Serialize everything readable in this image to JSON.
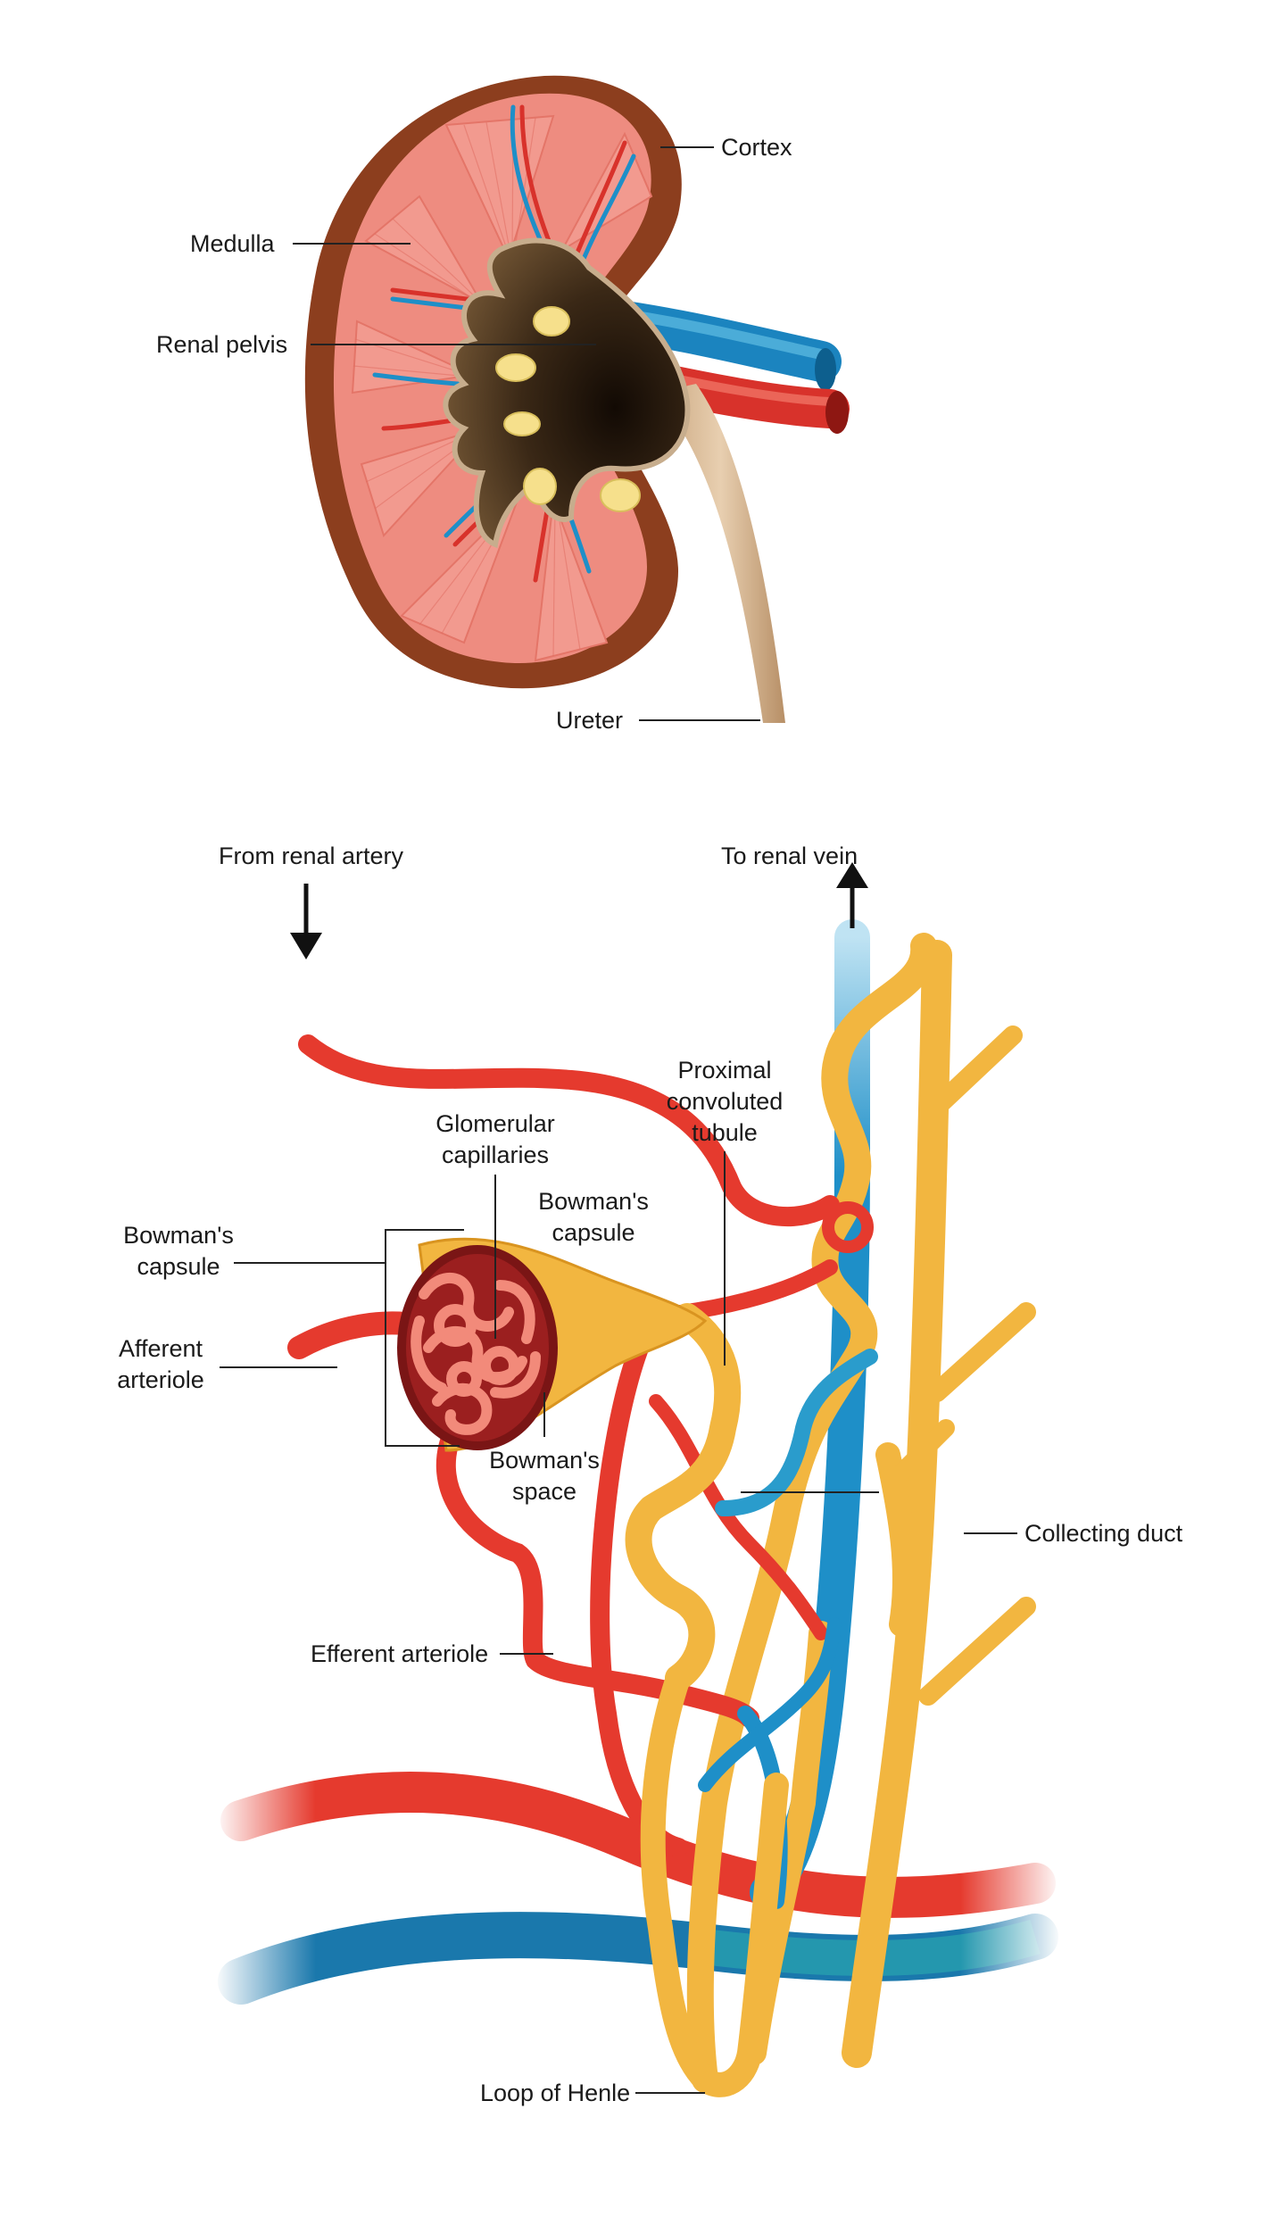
{
  "kidney": {
    "labels": {
      "cortex": "Cortex",
      "medulla": "Medulla",
      "renal_pelvis": "Renal pelvis",
      "ureter": "Ureter"
    }
  },
  "nephron": {
    "labels": {
      "from_artery": "From renal artery",
      "to_vein": "To renal vein",
      "pct_line1": "Proximal",
      "pct_line2": "convoluted",
      "pct_line3": "tubule",
      "glom_line1": "Glomerular",
      "glom_line2": "capillaries",
      "bc_right_line1": "Bowman's",
      "bc_right_line2": "capsule",
      "bc_left_line1": "Bowman's",
      "bc_left_line2": "capsule",
      "afferent_line1": "Afferent",
      "afferent_line2": "arteriole",
      "bs_line1": "Bowman's",
      "bs_line2": "space",
      "collecting_duct": "Collecting duct",
      "efferent": "Efferent arteriole",
      "loop_of_henle": "Loop of Henle"
    }
  },
  "colors": {
    "artery": "#e53a2e",
    "vein": "#1e8fc8",
    "tubule": "#f2b640",
    "cortex": "#8a3a1c",
    "medulla": "#ef8f84",
    "pelvis": "#4a3420"
  }
}
